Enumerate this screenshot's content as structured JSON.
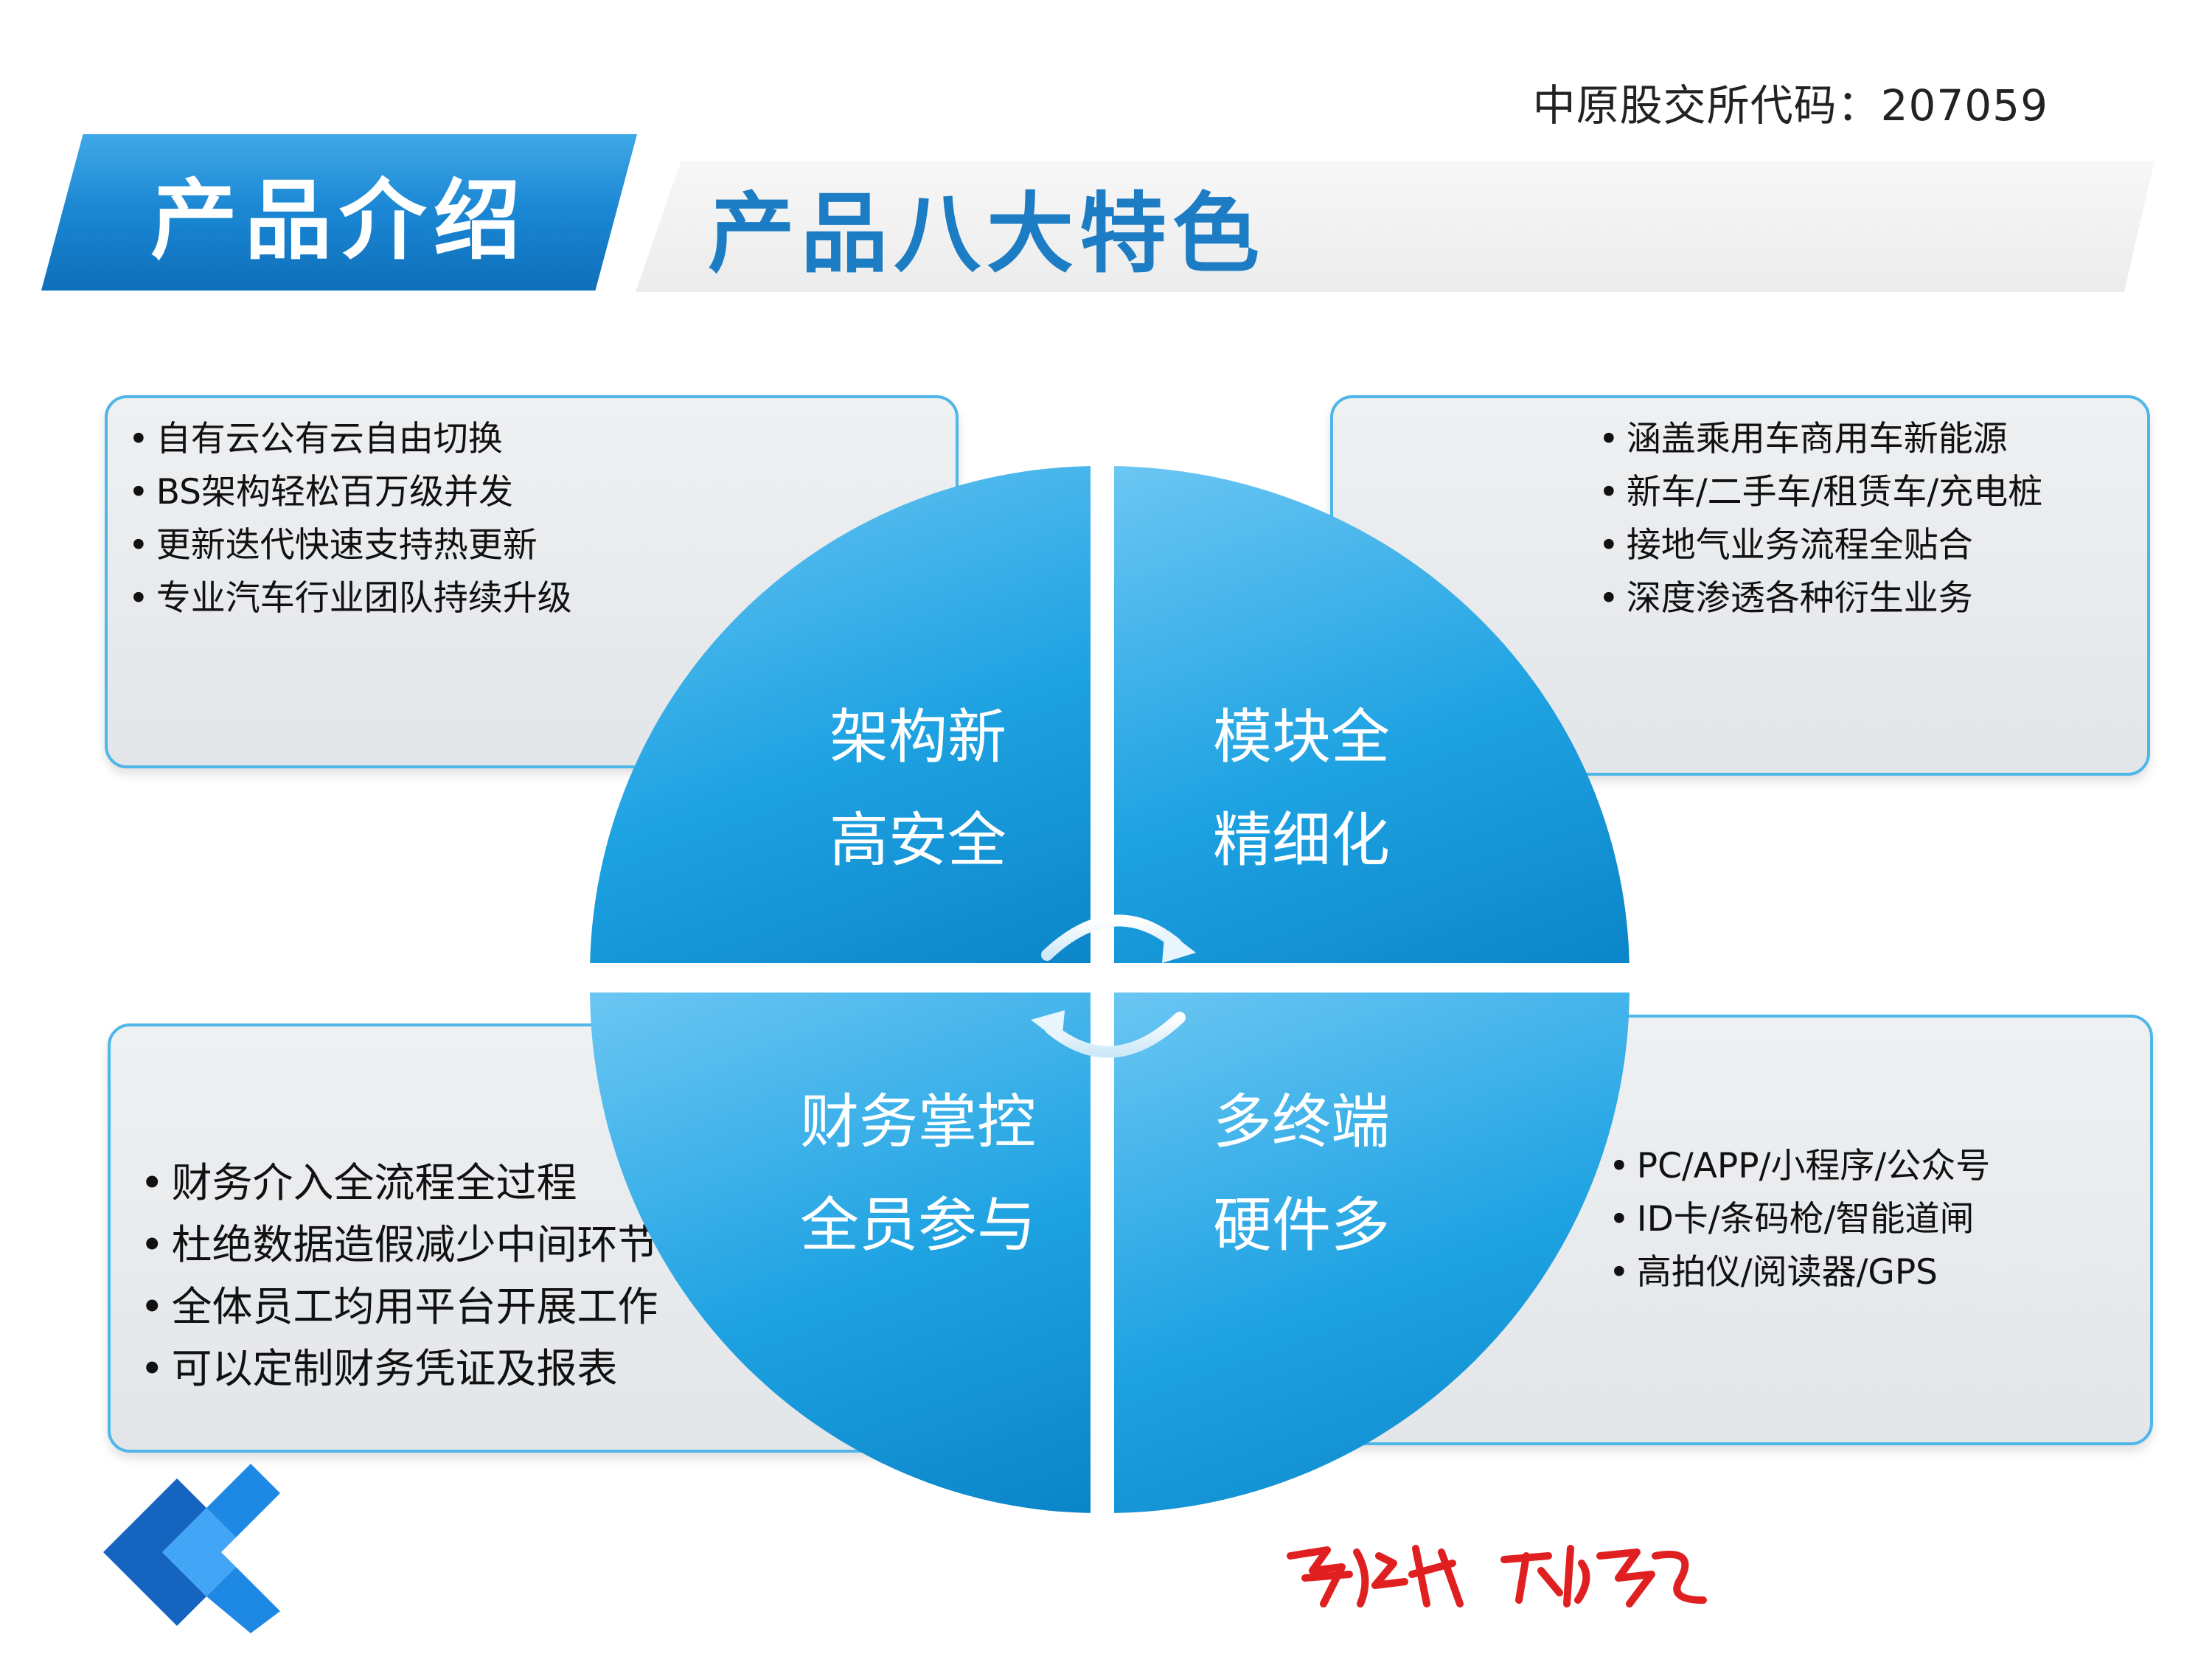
{
  "header": {
    "stock_code": "中原股交所代码：207059",
    "section_title": "产品介绍",
    "subtitle": "产品八大特色"
  },
  "features": {
    "top_left": [
      "自有云公有云自由切换",
      "BS架构轻松百万级并发",
      "更新迭代快速支持热更新",
      "专业汽车行业团队持续升级"
    ],
    "top_right": [
      "涵盖乘用车商用车新能源",
      "新车/二手车/租赁车/充电桩",
      "接地气业务流程全贴合",
      "深度渗透各种衍生业务"
    ],
    "bottom_left": [
      "财务介入全流程全过程",
      "杜绝数据造假减少中间环节",
      "全体员工均用平台开展工作",
      "可以定制财务凭证及报表"
    ],
    "bottom_right": [
      "PC/APP/小程序/公众号",
      "ID卡/条码枪/智能道闸",
      "高拍仪/阅读器/GPS"
    ]
  },
  "quadrants": {
    "top_left": {
      "line1": "架构新",
      "line2": "高安全"
    },
    "top_right": {
      "line1": "模块全",
      "line2": "精细化"
    },
    "bottom_left": {
      "line1": "财务掌控",
      "line2": "全员参与"
    },
    "bottom_right": {
      "line1": "多终端",
      "line2": "硬件多"
    }
  },
  "colors": {
    "accent_blue": "#1a86d3",
    "circle_blue": "#1ea2e2",
    "signature_red": "#e02020"
  },
  "icons": [
    "cycle-arrows-icon",
    "company-logo-icon",
    "signature-icon"
  ]
}
